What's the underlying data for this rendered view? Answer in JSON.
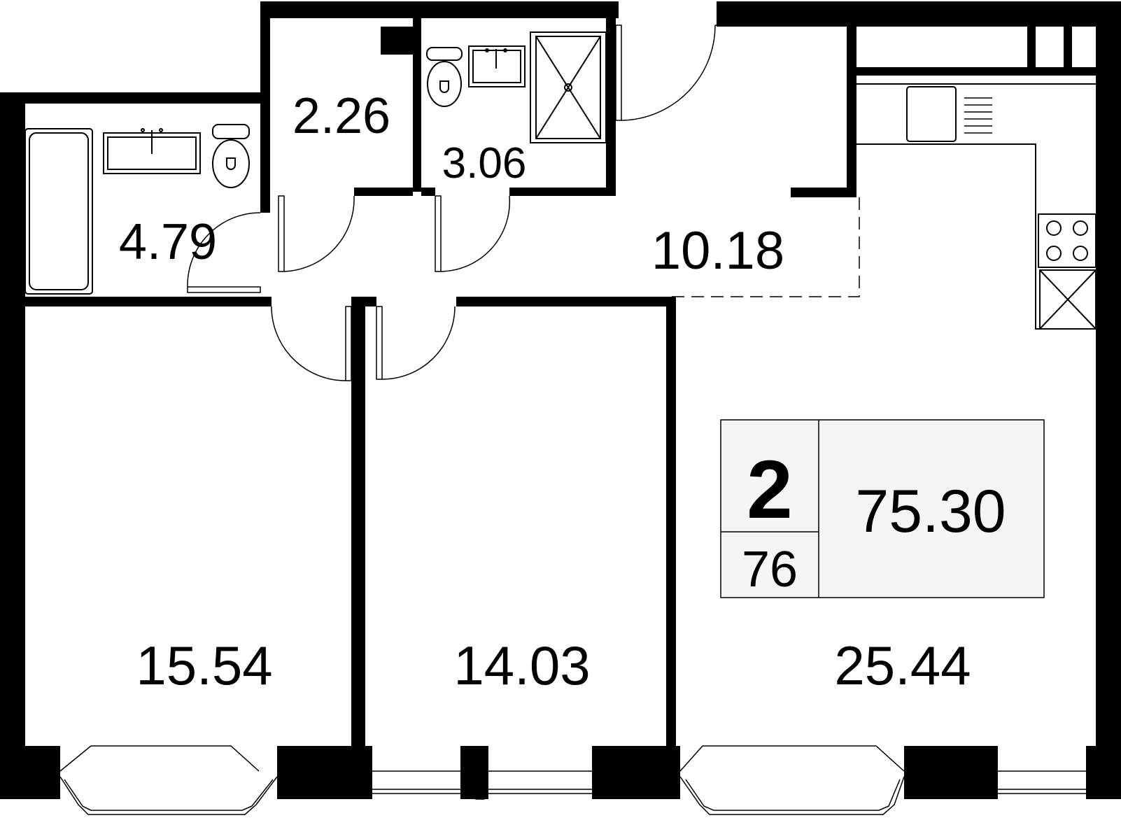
{
  "plan": {
    "rooms": [
      {
        "id": "bathroom",
        "area": "4.79"
      },
      {
        "id": "closet",
        "area": "2.26"
      },
      {
        "id": "shower-room",
        "area": "3.06"
      },
      {
        "id": "hallway",
        "area": "10.18"
      },
      {
        "id": "bedroom-left",
        "area": "15.54"
      },
      {
        "id": "bedroom-middle",
        "area": "14.03"
      },
      {
        "id": "kitchen-living",
        "area": "25.44"
      }
    ],
    "info": {
      "rooms_count": "2",
      "apartment_number": "76",
      "total_area": "75.30"
    }
  }
}
